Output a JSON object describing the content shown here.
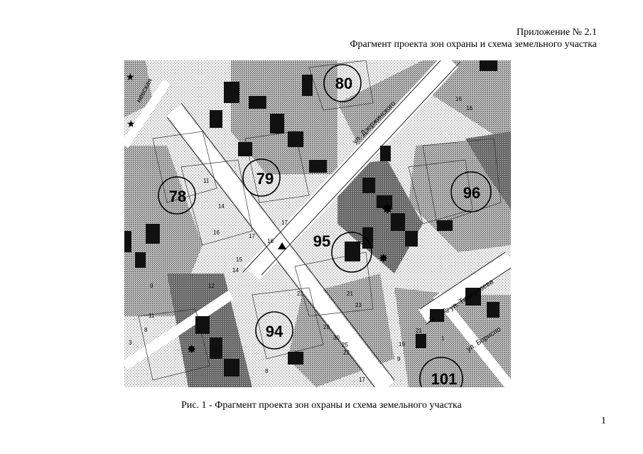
{
  "header": {
    "line1": "Приложение № 2.1",
    "line2": "Фрагмент проекта зон охраны и схема земельного участка"
  },
  "map": {
    "zones": [
      "80",
      "79",
      "78",
      "96",
      "95",
      "94",
      "101"
    ],
    "streets": [
      "ул. Дзержинского",
      "ул. Тимирязева",
      "ул. Бориспо",
      "невская"
    ],
    "house_numbers": [
      "16",
      "16",
      "11",
      "14",
      "16",
      "17",
      "17",
      "16",
      "15",
      "14",
      "12",
      "11",
      "9",
      "8",
      "22",
      "21",
      "23",
      "28",
      "30",
      "25",
      "22",
      "17",
      "19",
      "21",
      "23",
      "23",
      "1",
      "9",
      "8",
      "3"
    ]
  },
  "caption": "Рис. 1 - Фрагмент проекта зон охраны и схема земельного участка",
  "page_number": "1"
}
